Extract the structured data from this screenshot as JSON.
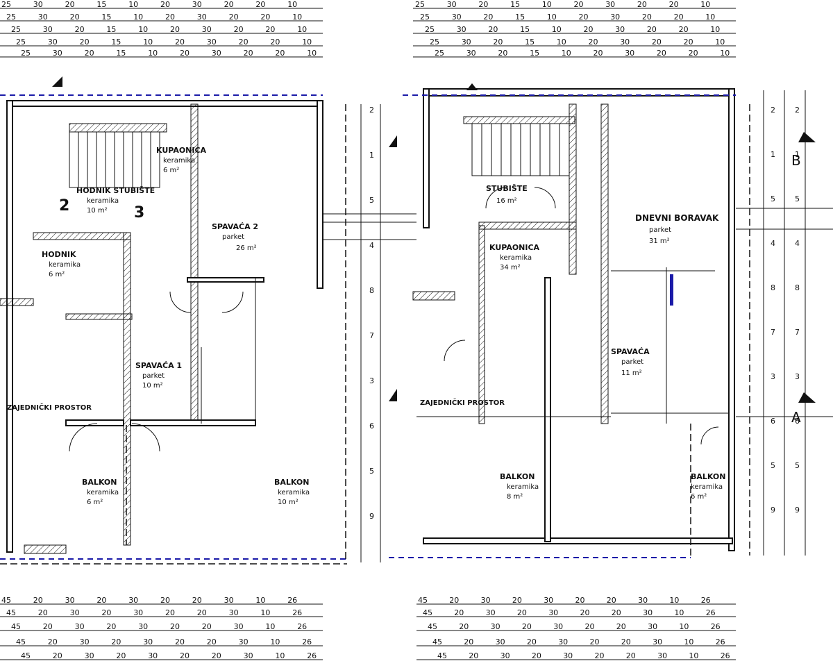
{
  "left_plan": {
    "rooms": [
      {
        "id": "hodnik_stubiste",
        "label": "HODNIK STUBIŠTE",
        "sub": "keramika",
        "area": "10 m²"
      },
      {
        "id": "spavaca_1",
        "label": "SPAVAĆA 1",
        "sub": "parket",
        "area": "10 m²"
      },
      {
        "id": "spavaca_2",
        "label": "SPAVAĆA 2",
        "sub": "parket",
        "area": "26 m²"
      },
      {
        "id": "kupaonica",
        "label": "KUPAONICA",
        "sub": "keramika",
        "area": "6 m²"
      },
      {
        "id": "balkon",
        "label": "BALKON",
        "sub": "keramika",
        "area": "6 m²"
      },
      {
        "id": "balkon_2",
        "label": "BALKON",
        "sub": "keramika",
        "area": "10 m²"
      },
      {
        "id": "hodnik",
        "label": "HODNIK",
        "sub": "keramika",
        "area": "6 m²"
      }
    ],
    "markers": [
      "2",
      "3"
    ],
    "note": "ZAJEDNIČKI PROSTOR"
  },
  "right_plan": {
    "rooms": [
      {
        "id": "stubiste_r",
        "label": "STUBIŠTE",
        "sub": "",
        "area": "16 m²"
      },
      {
        "id": "kupaonica_r",
        "label": "KUPAONICA",
        "sub": "keramika",
        "area": "34 m²"
      },
      {
        "id": "spavaca_r",
        "label": "SPAVAĆA",
        "sub": "parket",
        "area": "11 m²"
      },
      {
        "id": "dnevni_r",
        "label": "DNEVNI BORAVAK",
        "sub": "parket",
        "area": "31 m²"
      },
      {
        "id": "balkon_r",
        "label": "BALKON",
        "sub": "keramika",
        "area": "8 m²"
      },
      {
        "id": "balkon_r2",
        "label": "BALKON",
        "sub": "keramika",
        "area": "6 m²"
      }
    ],
    "section_marks": [
      "B",
      "A"
    ],
    "note": "ZAJEDNIČKI PROSTOR"
  },
  "dimension_strings": {
    "top": [
      "25",
      "30",
      "20",
      "15",
      "10",
      "20",
      "30",
      "20",
      "20",
      "10"
    ],
    "bottom": [
      "45",
      "20",
      "30",
      "20",
      "30",
      "20",
      "20",
      "30",
      "10",
      "26"
    ],
    "side": [
      "2",
      "1",
      "5",
      "4",
      "8",
      "7",
      "3",
      "6",
      "5",
      "9"
    ]
  }
}
